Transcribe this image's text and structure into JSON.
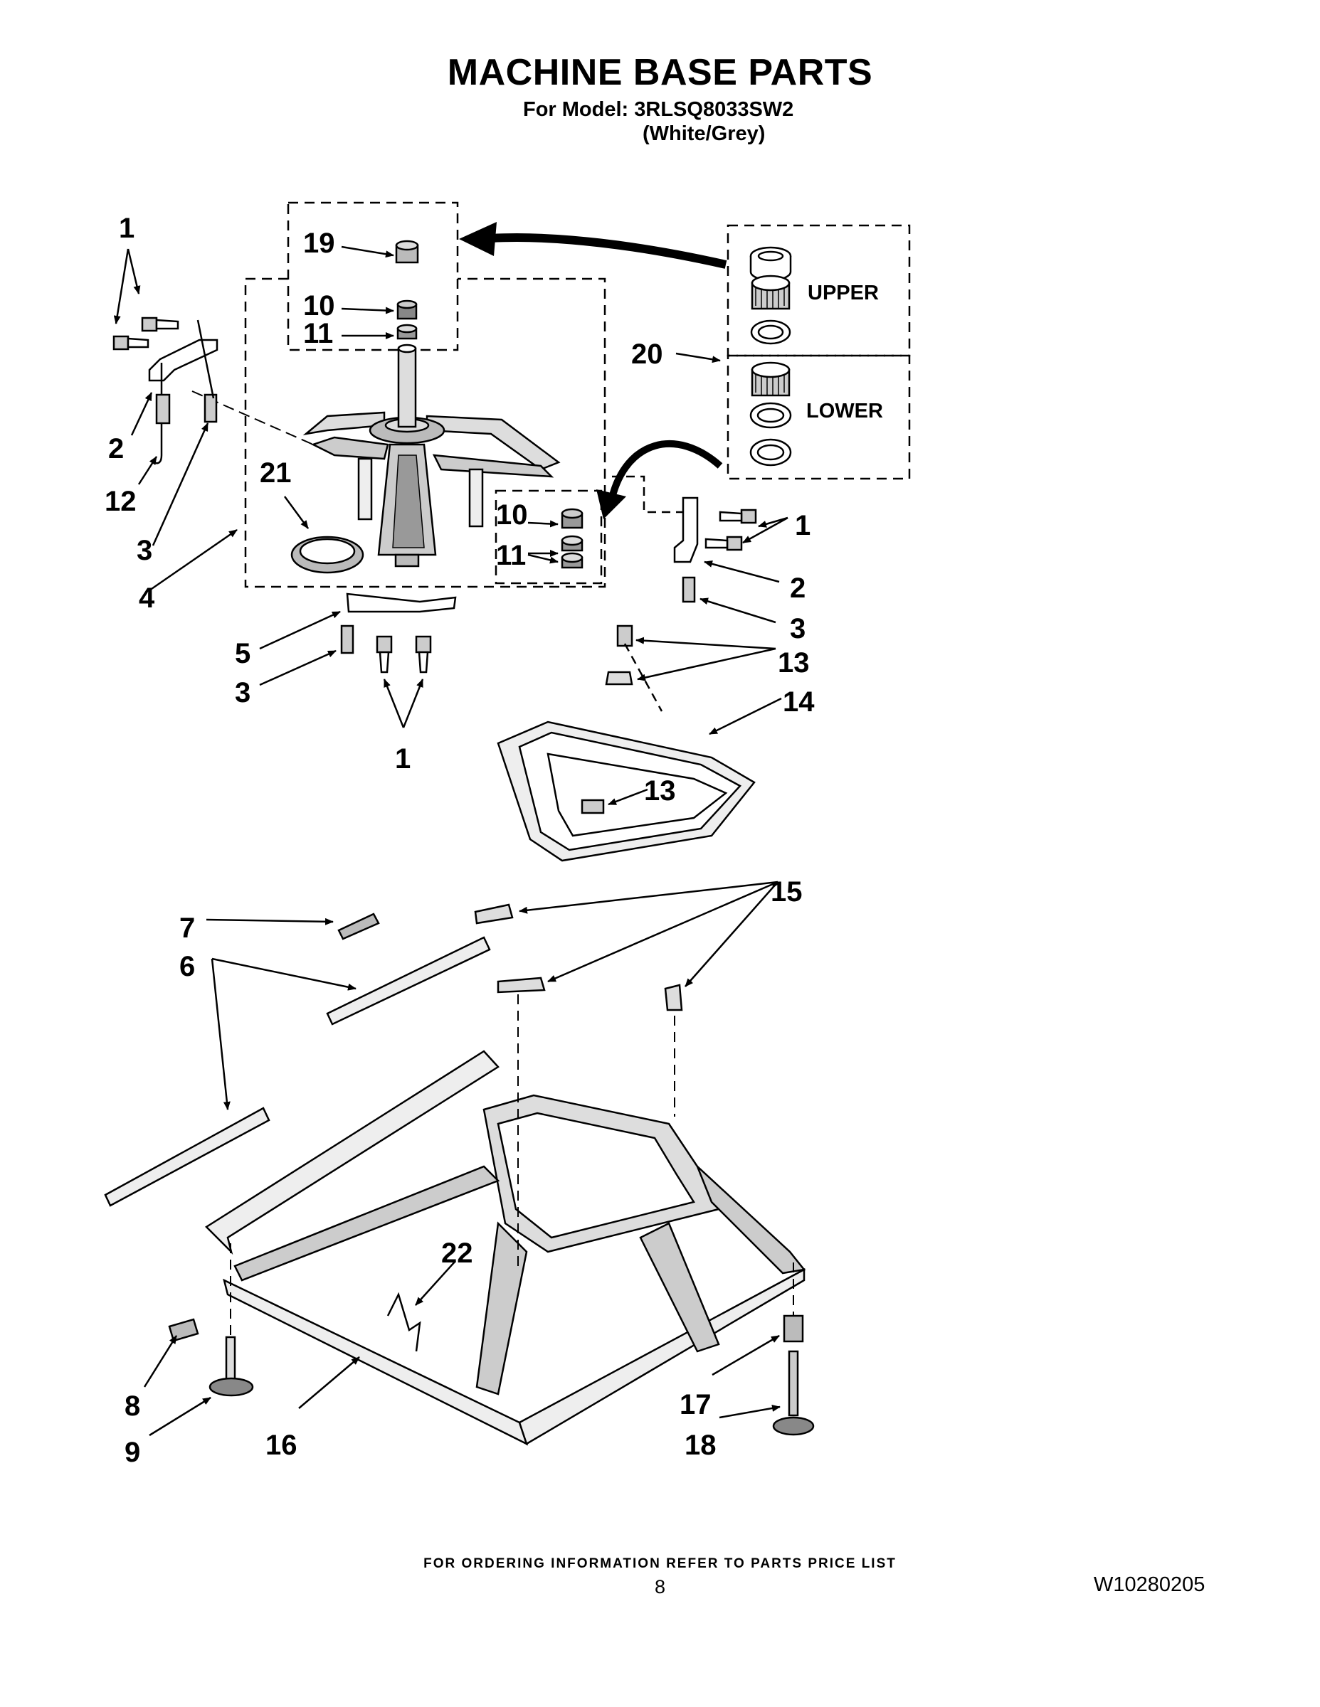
{
  "header": {
    "title": "MACHINE BASE PARTS",
    "model_line": "For Model: 3RLSQ8033SW2",
    "variant_line": "(White/Grey)"
  },
  "diagram": {
    "box_labels": {
      "upper": "UPPER",
      "lower": "LOWER"
    },
    "callouts": {
      "c1a": "1",
      "c1b": "1",
      "c1c": "1",
      "c2a": "2",
      "c2b": "2",
      "c3a": "3",
      "c3b": "3",
      "c3c": "3",
      "c4": "4",
      "c5": "5",
      "c6": "6",
      "c7": "7",
      "c8": "8",
      "c9": "9",
      "c10a": "10",
      "c10b": "10",
      "c11a": "11",
      "c11b": "11",
      "c12": "12",
      "c13a": "13",
      "c13b": "13",
      "c14": "14",
      "c15": "15",
      "c16": "16",
      "c17": "17",
      "c18": "18",
      "c19": "19",
      "c20": "20",
      "c21": "21",
      "c22": "22"
    }
  },
  "footer": {
    "ordering_note": "FOR ORDERING INFORMATION REFER TO PARTS PRICE LIST",
    "page_number": "8",
    "document_number": "W10280205"
  }
}
